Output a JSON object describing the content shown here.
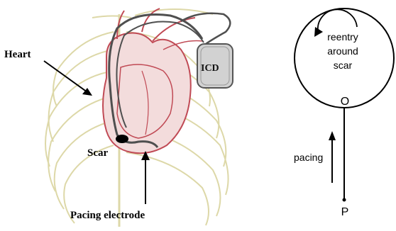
{
  "left_figure": {
    "labels": {
      "heart": "Heart",
      "icd": "ICD",
      "scar": "Scar",
      "pacing_electrode": "Pacing electrode"
    }
  },
  "right_figure": {
    "labels": {
      "reentry_line1": "reentry",
      "reentry_line2": "around",
      "reentry_line3": "scar",
      "point_o": "O",
      "pacing": "pacing",
      "point_p": "P"
    }
  },
  "colors": {
    "ribcage": "#ddd8a8",
    "heart_outline": "#c04a55",
    "heart_fill": "#f3dcdc",
    "lead": "#4f4f4f",
    "icd_fill": "#d2d2d2",
    "diagram_stroke": "#000000"
  }
}
